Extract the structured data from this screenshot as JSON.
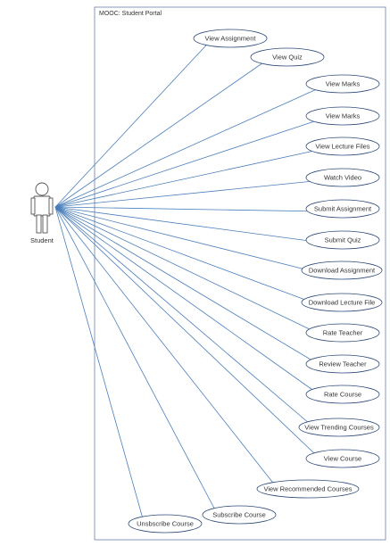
{
  "system": {
    "title": "MOOC: Student Portal"
  },
  "actor": {
    "label": "Student",
    "icon": "stick-figure-actor-icon"
  },
  "use_cases": [
    {
      "id": "view-assignment",
      "label": "View Assignment"
    },
    {
      "id": "view-quiz",
      "label": "View Quiz"
    },
    {
      "id": "view-marks-1",
      "label": "View Marks"
    },
    {
      "id": "view-marks-2",
      "label": "View Marks"
    },
    {
      "id": "view-lecture-files",
      "label": "View Lecture Files"
    },
    {
      "id": "watch-video",
      "label": "Watch Video"
    },
    {
      "id": "submit-assignment",
      "label": "Submit Assignment"
    },
    {
      "id": "submit-quiz",
      "label": "Submit Quiz"
    },
    {
      "id": "download-assignment",
      "label": "Download Assignment"
    },
    {
      "id": "download-lecture-file",
      "label": "Download Lecture File"
    },
    {
      "id": "rate-teacher",
      "label": "Rate Teacher"
    },
    {
      "id": "review-teacher",
      "label": "Review Teacher"
    },
    {
      "id": "rate-course",
      "label": "Rate Course"
    },
    {
      "id": "view-trending-courses",
      "label": "View Trending Courses"
    },
    {
      "id": "view-course",
      "label": "View Course"
    },
    {
      "id": "view-recommended-courses",
      "label": "View Recommended Courses"
    },
    {
      "id": "subscribe-course",
      "label": "Subscribe Course"
    },
    {
      "id": "unsubscribe-course",
      "label": "Unsbscribe Course"
    }
  ],
  "colors": {
    "association": "#4a7ebb",
    "ellipse_stroke": "#2e4a7a",
    "boundary": "#6b7fa6",
    "text": "#333333"
  }
}
